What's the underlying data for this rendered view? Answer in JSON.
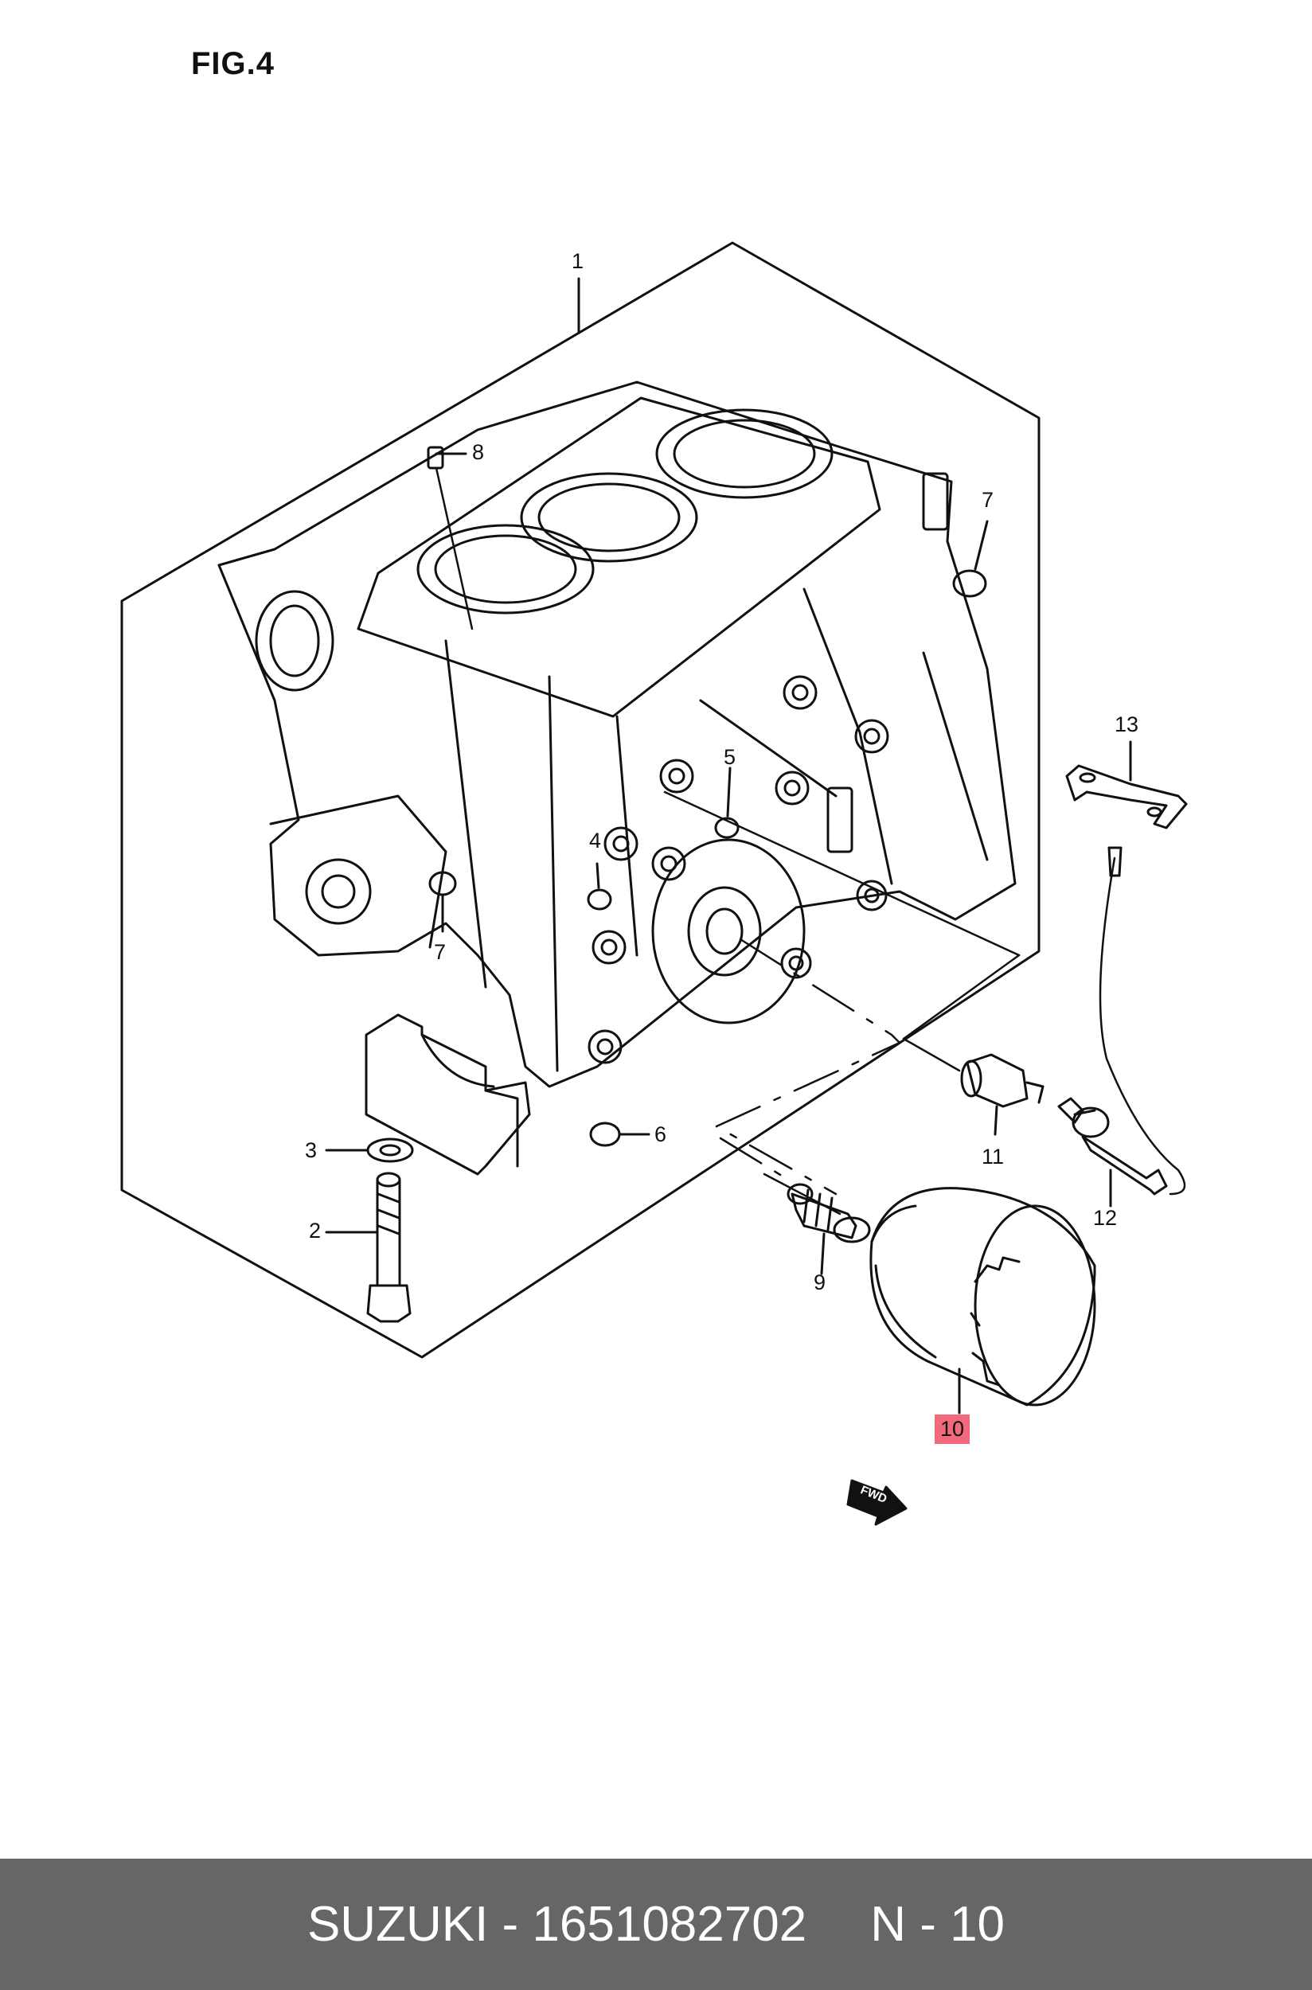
{
  "figure": {
    "title": "FIG.4"
  },
  "callouts": [
    {
      "id": "1",
      "label": "1"
    },
    {
      "id": "2",
      "label": "2"
    },
    {
      "id": "3",
      "label": "3"
    },
    {
      "id": "4",
      "label": "4"
    },
    {
      "id": "5",
      "label": "5"
    },
    {
      "id": "6",
      "label": "6"
    },
    {
      "id": "7a",
      "label": "7"
    },
    {
      "id": "7b",
      "label": "7"
    },
    {
      "id": "8",
      "label": "8"
    },
    {
      "id": "9",
      "label": "9"
    },
    {
      "id": "10",
      "label": "10",
      "highlighted": true
    },
    {
      "id": "11",
      "label": "11"
    },
    {
      "id": "12",
      "label": "12"
    },
    {
      "id": "13",
      "label": "13"
    }
  ],
  "fwd_marker": {
    "label": "FWD"
  },
  "footer": {
    "part_info": "SUZUKI - 1651082702",
    "position": "N - 10"
  },
  "colors": {
    "highlight": "#f2697c",
    "footer_bg": "#666666",
    "footer_text": "#ffffff",
    "line": "#111111"
  }
}
